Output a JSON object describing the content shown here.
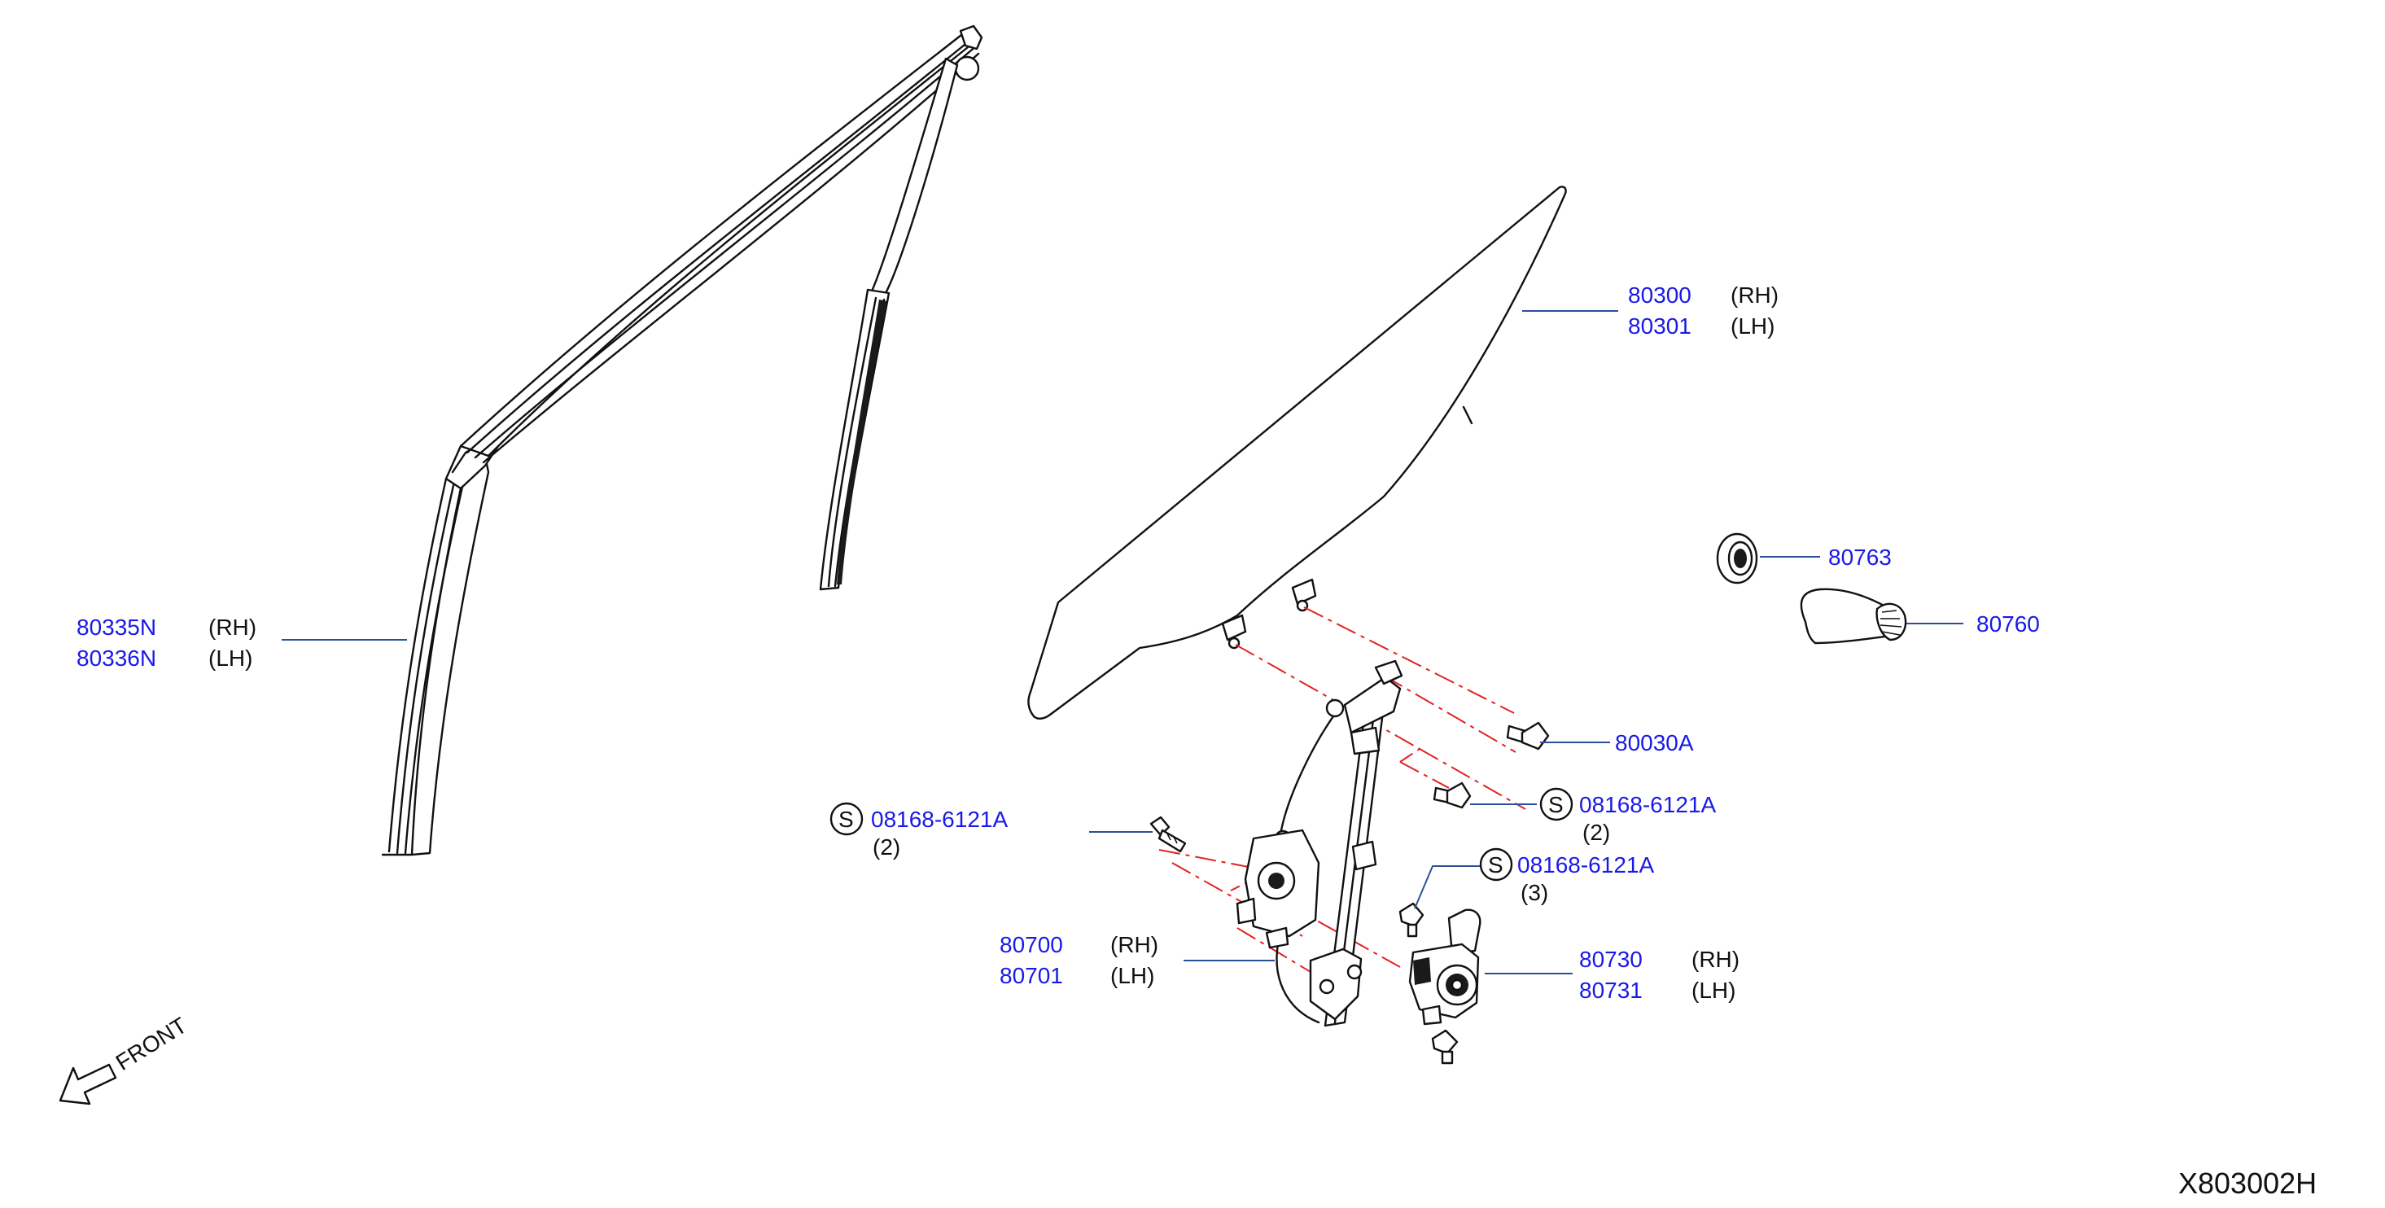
{
  "diagram_code": "X803002H",
  "front_indicator": {
    "label": "FRONT",
    "icon": "front-arrow-icon"
  },
  "colors": {
    "part_number": "#1a1ae6",
    "leader_line": "#2a4f9a",
    "centerline": "#e32222",
    "drawing": "#111111"
  },
  "callouts": {
    "sash_molding": {
      "part_rh": "80335N",
      "side_rh": "(RH)",
      "part_lh": "80336N",
      "side_lh": "(LH)"
    },
    "door_glass": {
      "part_rh": "80300",
      "side_rh": "(RH)",
      "part_lh": "80301",
      "side_lh": "(LH)"
    },
    "grommet": {
      "part": "80763"
    },
    "handle": {
      "part": "80760"
    },
    "glass_bolt": {
      "part": "80030A"
    },
    "screw_right_a": {
      "standard": "S",
      "part": "08168-6121A",
      "qty": "(2)"
    },
    "screw_right_b": {
      "standard": "S",
      "part": "08168-6121A",
      "qty": "(3)"
    },
    "screw_left": {
      "standard": "S",
      "part": "08168-6121A",
      "qty": "(2)"
    },
    "regulator": {
      "part_rh": "80700",
      "side_rh": "(RH)",
      "part_lh": "80701",
      "side_lh": "(LH)"
    },
    "motor": {
      "part_rh": "80730",
      "side_rh": "(RH)",
      "part_lh": "80731",
      "side_lh": "(LH)"
    }
  }
}
